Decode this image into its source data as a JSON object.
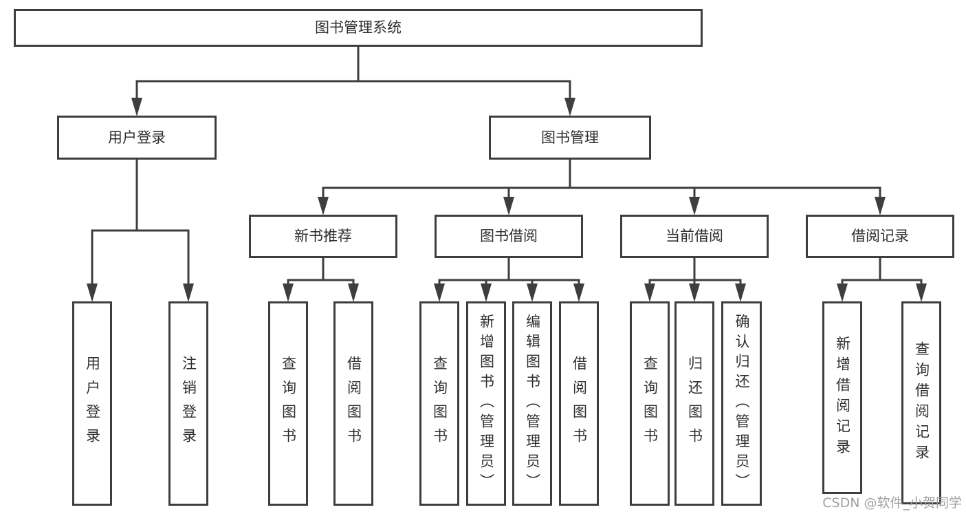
{
  "tree": {
    "root": "图书管理系统",
    "branches": [
      {
        "label": "用户登录",
        "children": [
          "用户登录",
          "注销登录"
        ]
      },
      {
        "label": "图书管理",
        "children": [
          {
            "label": "新书推荐",
            "children": [
              "查询图书",
              "借阅图书"
            ]
          },
          {
            "label": "图书借阅",
            "children": [
              "查询图书",
              "新增图书（管理员）",
              "编辑图书（管理员）",
              "借阅图书"
            ]
          },
          {
            "label": "当前借阅",
            "children": [
              "查询图书",
              "归还图书",
              "确认归还（管理员）"
            ]
          },
          {
            "label": "借阅记录",
            "children": [
              "新增借阅记录",
              "查询借阅记录"
            ]
          }
        ]
      }
    ]
  },
  "colors": {
    "line": "#3e3e3e",
    "text": "#2f2f2f",
    "watermark": "#a0a0a0",
    "background": "#ffffff"
  },
  "watermark": "CSDN @软件_小贺同学"
}
